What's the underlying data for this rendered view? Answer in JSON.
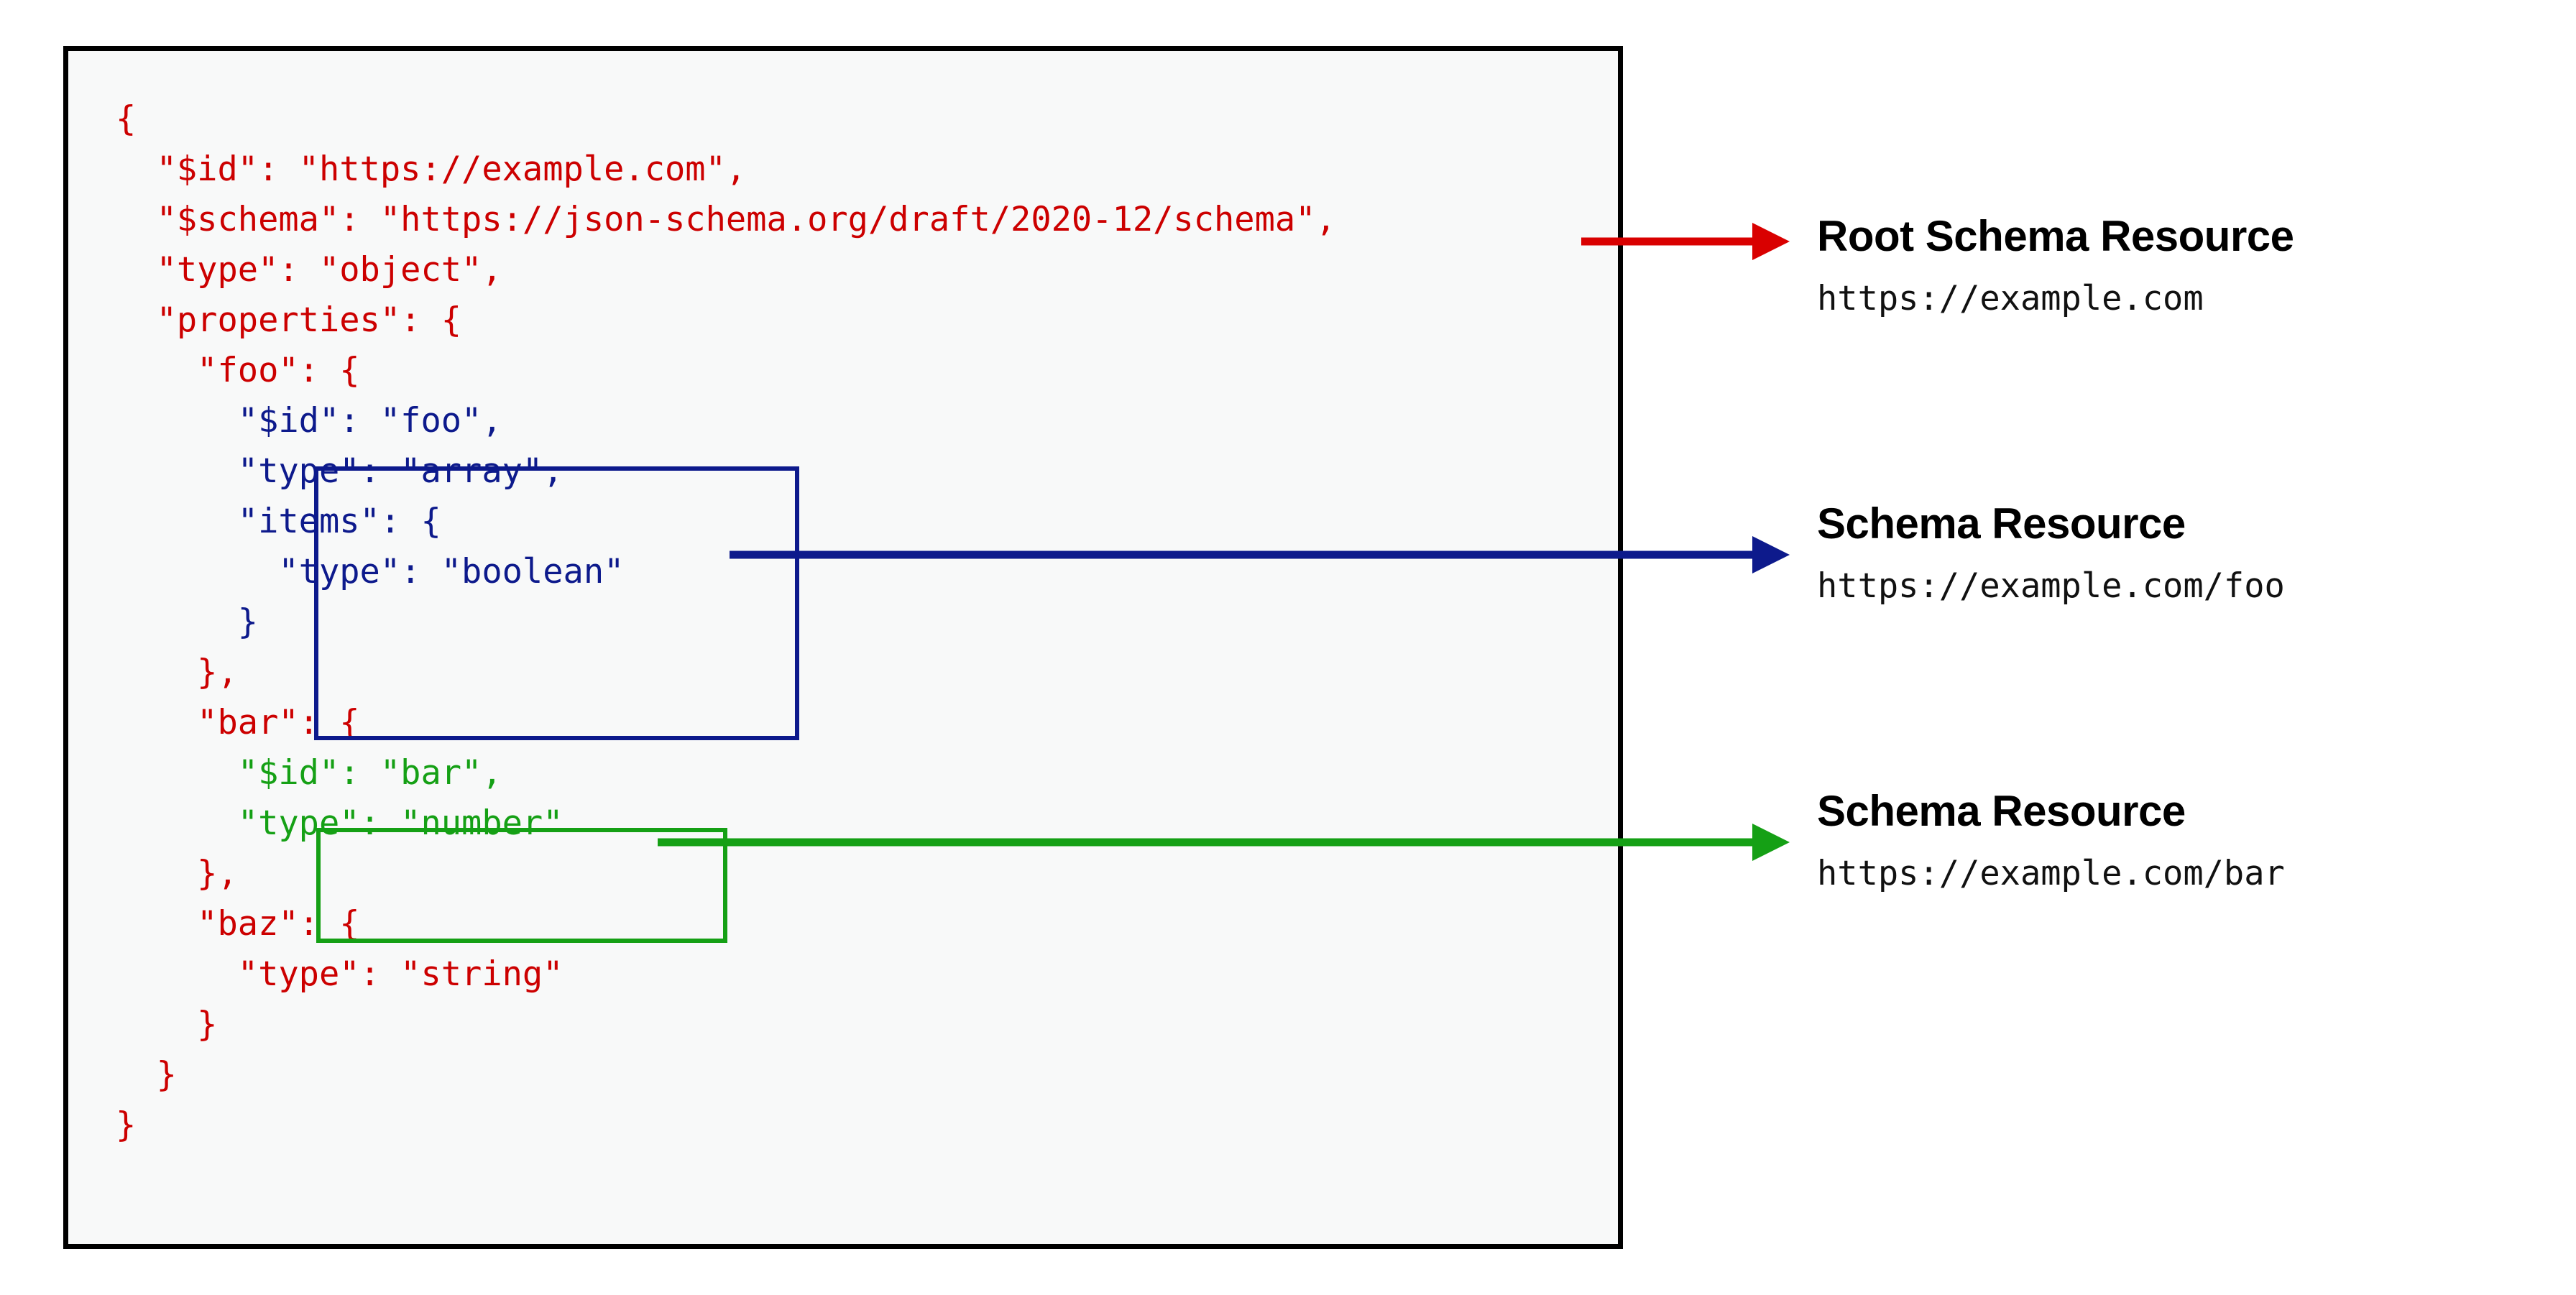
{
  "diagram": {
    "title_hidden": "",
    "colors": {
      "root": "#cc0000",
      "foo": "#0d1a8c",
      "bar": "#15a015",
      "panel_border": "#000000",
      "panel_background": "#f8f9f9"
    }
  },
  "code": {
    "lines": [
      {
        "indent": 0,
        "text": "{",
        "color": "red"
      },
      {
        "indent": 2,
        "text": "\"$id\": \"https://example.com\",",
        "color": "red"
      },
      {
        "indent": 2,
        "text": "\"$schema\": \"https://json-schema.org/draft/2020-12/schema\",",
        "color": "red"
      },
      {
        "indent": 2,
        "text": "\"type\": \"object\",",
        "color": "red"
      },
      {
        "indent": 2,
        "text": "\"properties\": {",
        "color": "red"
      },
      {
        "indent": 4,
        "text": "\"foo\": {",
        "color": "red"
      },
      {
        "indent": 6,
        "text": "\"$id\": \"foo\",",
        "color": "blue"
      },
      {
        "indent": 6,
        "text": "\"type\": \"array\",",
        "color": "blue"
      },
      {
        "indent": 6,
        "text": "\"items\": {",
        "color": "blue"
      },
      {
        "indent": 8,
        "text": "\"type\": \"boolean\"",
        "color": "blue"
      },
      {
        "indent": 6,
        "text": "}",
        "color": "blue"
      },
      {
        "indent": 4,
        "text": "},",
        "color": "red"
      },
      {
        "indent": 4,
        "text": "\"bar\": {",
        "color": "red"
      },
      {
        "indent": 6,
        "text": "\"$id\": \"bar\",",
        "color": "green"
      },
      {
        "indent": 6,
        "text": "\"type\": \"number\"",
        "color": "green"
      },
      {
        "indent": 4,
        "text": "},",
        "color": "red"
      },
      {
        "indent": 4,
        "text": "\"baz\": {",
        "color": "red"
      },
      {
        "indent": 6,
        "text": "\"type\": \"string\"",
        "color": "red"
      },
      {
        "indent": 4,
        "text": "}",
        "color": "red"
      },
      {
        "indent": 2,
        "text": "}",
        "color": "red"
      },
      {
        "indent": 0,
        "text": "}",
        "color": "red"
      }
    ],
    "line_strings": {
      "l0": "{",
      "l1": "  \"$id\": \"https://example.com\",",
      "l2": "  \"$schema\": \"https://json-schema.org/draft/2020-12/schema\",",
      "l3": "  \"type\": \"object\",",
      "l4": "  \"properties\": {",
      "l5": "    \"foo\": {",
      "l6": "      \"$id\": \"foo\",",
      "l7": "      \"type\": \"array\",",
      "l8": "      \"items\": {",
      "l9": "        \"type\": \"boolean\"",
      "l10": "      }",
      "l11": "    },",
      "l12": "    \"bar\": {",
      "l13": "      \"$id\": \"bar\",",
      "l14": "      \"type\": \"number\"",
      "l15": "    },",
      "l16": "    \"baz\": {",
      "l17": "      \"type\": \"string\"",
      "l18": "    }",
      "l19": "  }",
      "l20": "}"
    }
  },
  "callouts": [
    {
      "title": "Root Schema Resource",
      "uri": "https://example.com",
      "color": "#cc0000"
    },
    {
      "title": "Schema Resource",
      "uri": "https://example.com/foo",
      "color": "#0d1a8c"
    },
    {
      "title": "Schema Resource",
      "uri": "https://example.com/bar",
      "color": "#15a015"
    }
  ]
}
